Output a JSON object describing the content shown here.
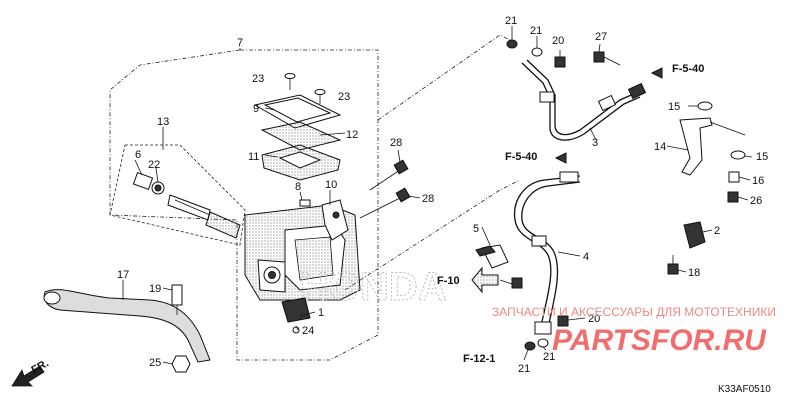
{
  "labels": {
    "l7": "7",
    "l23a": "23",
    "l23b": "23",
    "l9": "9",
    "l12": "12",
    "l11": "11",
    "l13": "13",
    "l6": "6",
    "l22": "22",
    "l28a": "28",
    "l28b": "28",
    "l8": "8",
    "l10": "10",
    "l1": "1",
    "l24": "24",
    "l17": "17",
    "l19": "19",
    "l25": "25",
    "l21a": "21",
    "l21b": "21",
    "l20a": "20",
    "l27": "27",
    "l3": "3",
    "l15a": "15",
    "l14": "14",
    "l15b": "15",
    "l16": "16",
    "l26": "26",
    "l2": "2",
    "l18": "18",
    "l4": "4",
    "l5": "5",
    "l20b": "20",
    "l21c": "21",
    "l21d": "21"
  },
  "refs": {
    "f540a": "F-5-40",
    "f540b": "F-5-40",
    "f10": "F-10",
    "f121": "F-12-1",
    "fr": "FR."
  },
  "watermark": {
    "line1": "ЗАПЧАСТИ И АКСЕССУАРЫ ДЛЯ МОТОТЕХНИКИ",
    "line2": "PARTSFOR.RU"
  },
  "diagram_code": "K33AF0510",
  "emboss": "HONDA"
}
